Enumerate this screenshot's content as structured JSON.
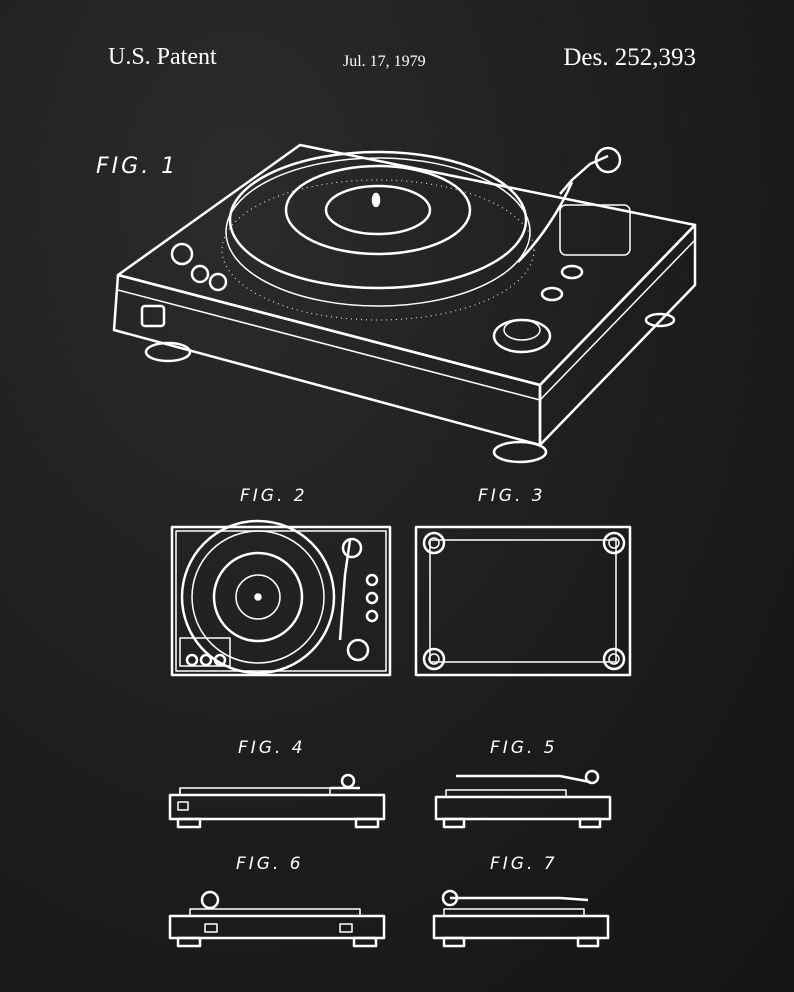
{
  "header": {
    "left": "U.S. Patent",
    "date": "Jul. 17, 1979",
    "number": "Des. 252,393"
  },
  "figures": {
    "fig1": "FIG. 1",
    "fig2": "FIG. 2",
    "fig3": "FIG. 3",
    "fig4": "FIG. 4",
    "fig5": "FIG. 5",
    "fig6": "FIG. 6",
    "fig7": "FIG. 7"
  },
  "colors": {
    "background": "#1f1f1f",
    "line": "#ffffff"
  }
}
